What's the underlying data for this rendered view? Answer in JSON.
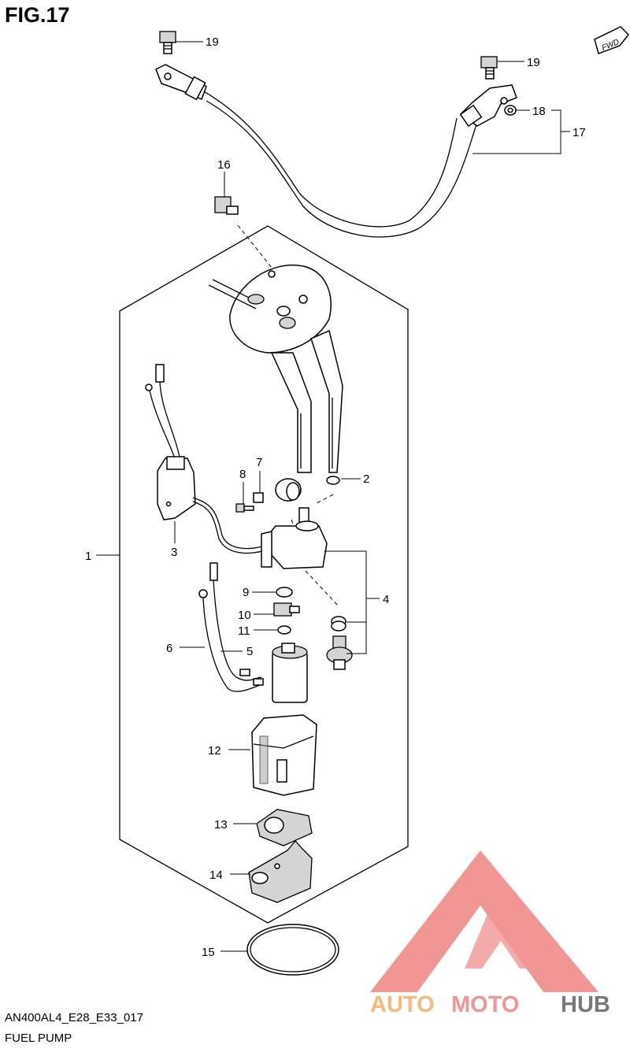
{
  "figure": {
    "title": "FIG.17",
    "fwd_label": "FWD",
    "footer_code": "AN400AL4_E28_E33_017",
    "footer_name": "FUEL PUMP"
  },
  "callouts": [
    "1",
    "2",
    "3",
    "4",
    "5",
    "6",
    "7",
    "8",
    "9",
    "10",
    "11",
    "12",
    "13",
    "14",
    "15",
    "16",
    "17",
    "18",
    "19",
    "19"
  ],
  "watermark": {
    "part1": "AUTO",
    "part2": "MOTO",
    "part3": "HUB",
    "color_primary": "#f08a8a",
    "color_secondary": "#f6b26b",
    "color_dark": "#6b6b6b"
  }
}
